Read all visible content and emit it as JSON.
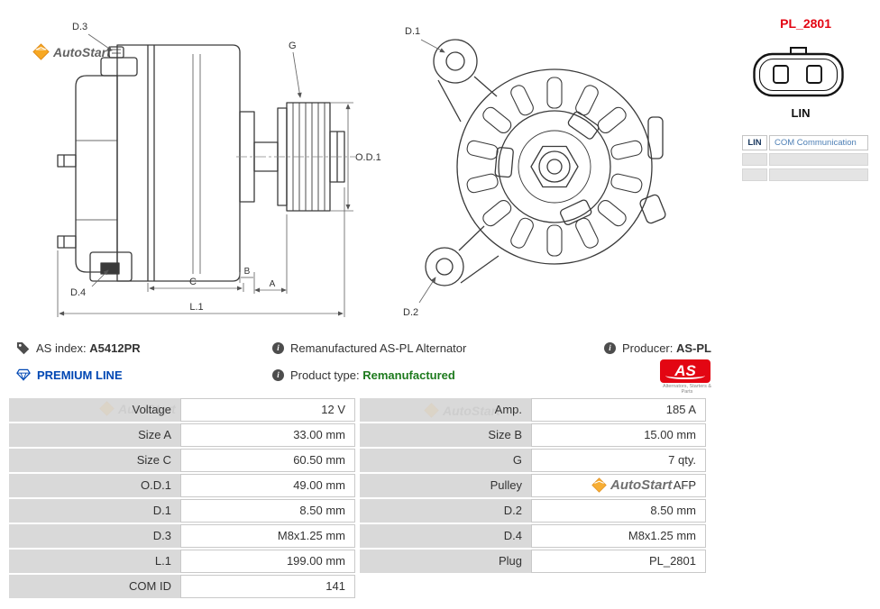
{
  "header": {
    "plug_code": "PL_2801"
  },
  "brand": {
    "name": "AutoStart"
  },
  "connector": {
    "name_label": "LIN",
    "pin_table": {
      "pin": "LIN",
      "description": "COM Communication"
    }
  },
  "drawing": {
    "side": {
      "d3": "D.3",
      "g": "G",
      "od1": "O.D.1",
      "d4": "D.4",
      "c": "C",
      "b": "B",
      "a": "A",
      "l1": "L.1"
    },
    "front": {
      "d1": "D.1",
      "d2": "D.2"
    }
  },
  "info": {
    "as_index_label": "AS index:",
    "as_index_value": "A5412PR",
    "description": "Remanufactured AS-PL Alternator",
    "producer_label": "Producer:",
    "producer_value": "AS-PL",
    "premium_line_label": "PREMIUM LINE",
    "product_type_label": "Product type:",
    "product_type_value": "Remanufactured",
    "as_logo_text": "AS",
    "as_logo_tagline": "Alternators, Starters & Parts"
  },
  "spec_table": {
    "rows": [
      {
        "label1": "Voltage",
        "value1": "12 V",
        "label2": "Amp.",
        "value2": "185 A"
      },
      {
        "label1": "Size A",
        "value1": "33.00 mm",
        "label2": "Size B",
        "value2": "15.00 mm"
      },
      {
        "label1": "Size C",
        "value1": "60.50 mm",
        "label2": "G",
        "value2": "7 qty."
      },
      {
        "label1": "O.D.1",
        "value1": "49.00 mm",
        "label2": "Pulley",
        "value2": "AFP"
      },
      {
        "label1": "D.1",
        "value1": "8.50 mm",
        "label2": "D.2",
        "value2": "8.50 mm"
      },
      {
        "label1": "D.3",
        "value1": "M8x1.25 mm",
        "label2": "D.4",
        "value2": "M8x1.25 mm"
      },
      {
        "label1": "L.1",
        "value1": "199.00 mm",
        "label2": "Plug",
        "value2": "PL_2801"
      },
      {
        "label1": "COM ID",
        "value1": "141",
        "label2": "",
        "value2": ""
      }
    ]
  },
  "colors": {
    "accent_red": "#e30613",
    "premium_blue": "#0047b3",
    "remanufactured_green": "#1d7a1d",
    "table_label_bg": "#d9d9d9",
    "pin_link_blue": "#4d7fb5",
    "autostart_orange": "#f7a823"
  }
}
